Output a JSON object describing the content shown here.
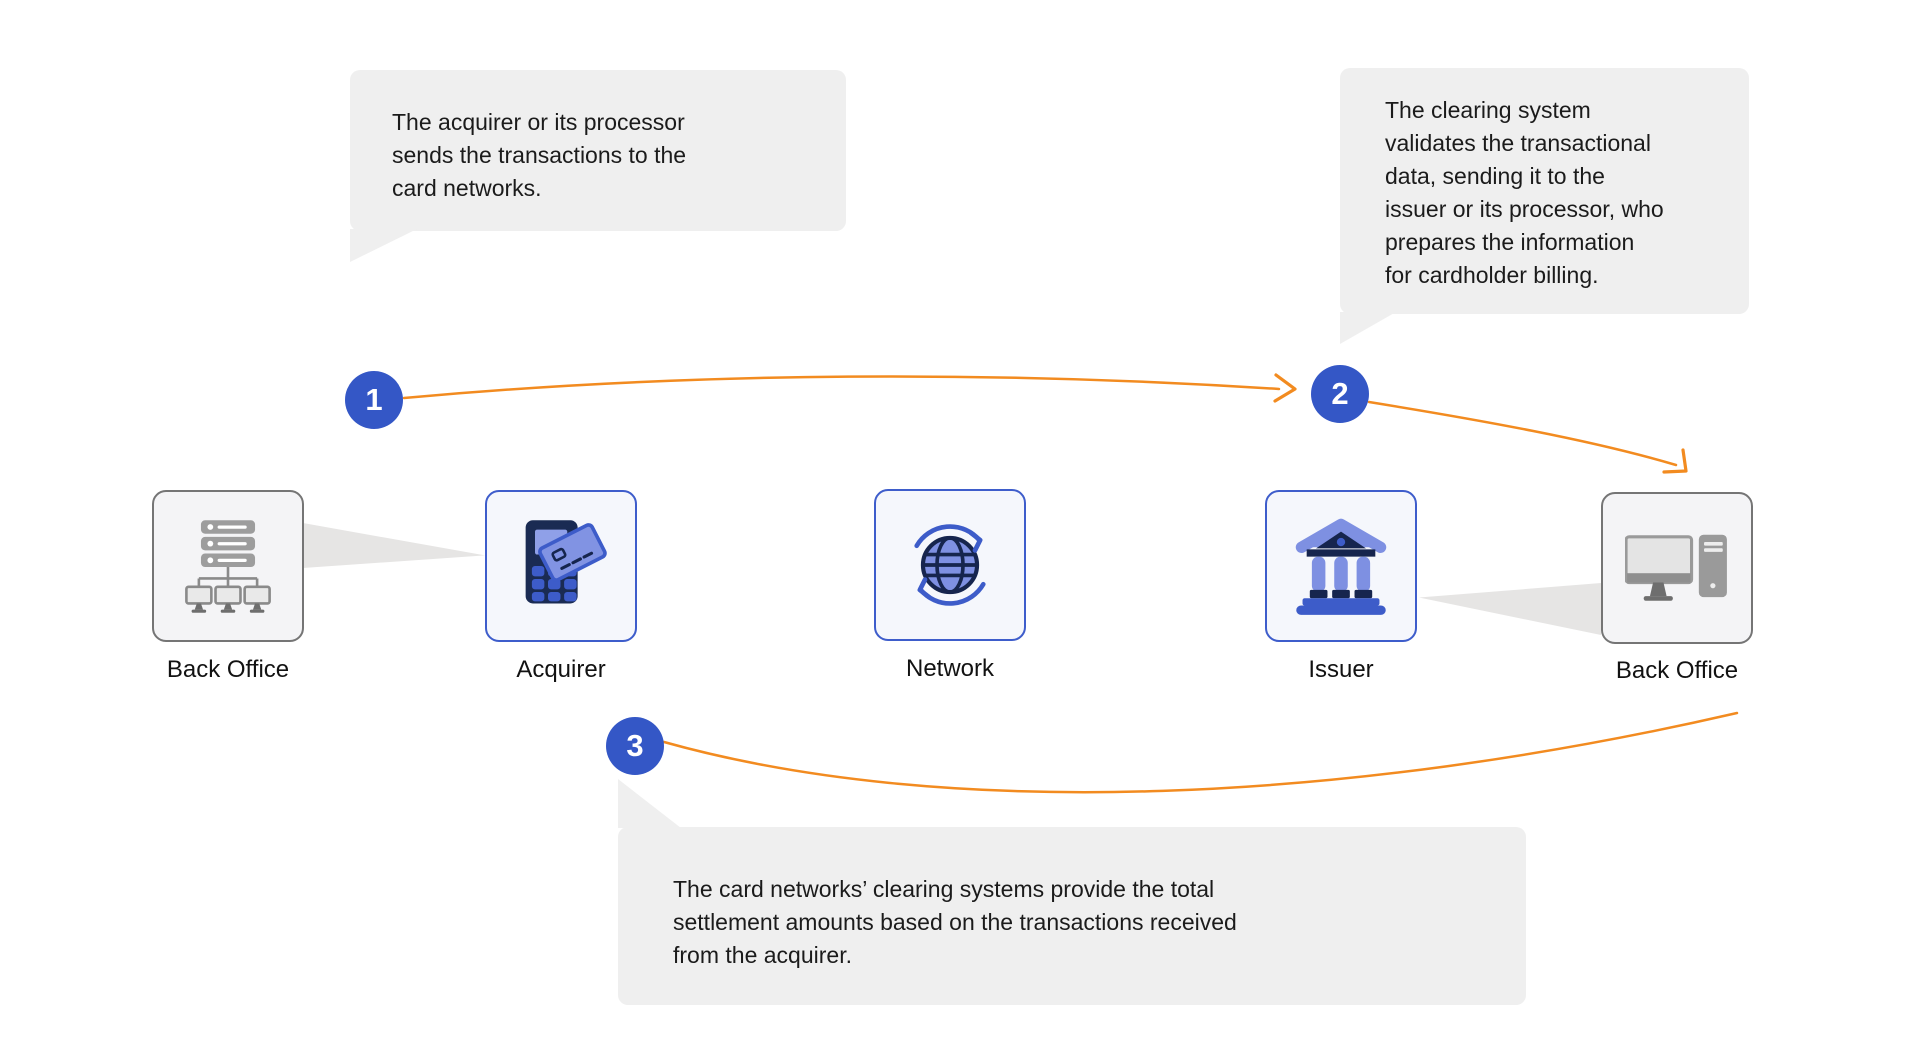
{
  "bubbles": [
    {
      "step": "1",
      "text": "The acquirer or its processor sends the transactions to the card networks.",
      "lines": [
        "The acquirer or its processor",
        "sends the transactions to the",
        "card networks."
      ]
    },
    {
      "step": "2",
      "text": "The clearing system validates the transactional data, sending it to the issuer or its processor, who prepares the information for cardholder billing.",
      "lines": [
        "The clearing system",
        "validates the transactional",
        "data, sending it to the",
        "issuer or its processor, who",
        "prepares the information",
        "for cardholder billing."
      ]
    },
    {
      "step": "3",
      "text": "The card networks’ clearing systems provide the total settlement amounts based on the transactions received from the acquirer.",
      "lines": [
        "The card networks’ clearing systems provide the total",
        "settlement amounts based on the transactions received",
        "from the acquirer."
      ]
    }
  ],
  "steps": [
    {
      "number": "1"
    },
    {
      "number": "2"
    },
    {
      "number": "3"
    }
  ],
  "nodes": [
    {
      "label": "Back Office",
      "icon": "server-network-icon",
      "style": "gray"
    },
    {
      "label": "Acquirer",
      "icon": "pos-terminal-card-icon",
      "style": "blue"
    },
    {
      "label": "Network",
      "icon": "globe-sync-icon",
      "style": "blue"
    },
    {
      "label": "Issuer",
      "icon": "bank-icon",
      "style": "blue"
    },
    {
      "label": "Back Office",
      "icon": "desktop-pc-icon",
      "style": "gray"
    }
  ],
  "colors": {
    "accent_blue": "#3457C6",
    "border_blue": "#3E5DCB",
    "navy": "#1A2B53",
    "mid_blue": "#7E90E2",
    "key_blue": "#3D5CC9",
    "orange": "#F28B20",
    "bubble_gray": "#EFEFEF",
    "wedge_gray": "#E6E5E4",
    "icon_gray": "#9D9D9D"
  }
}
